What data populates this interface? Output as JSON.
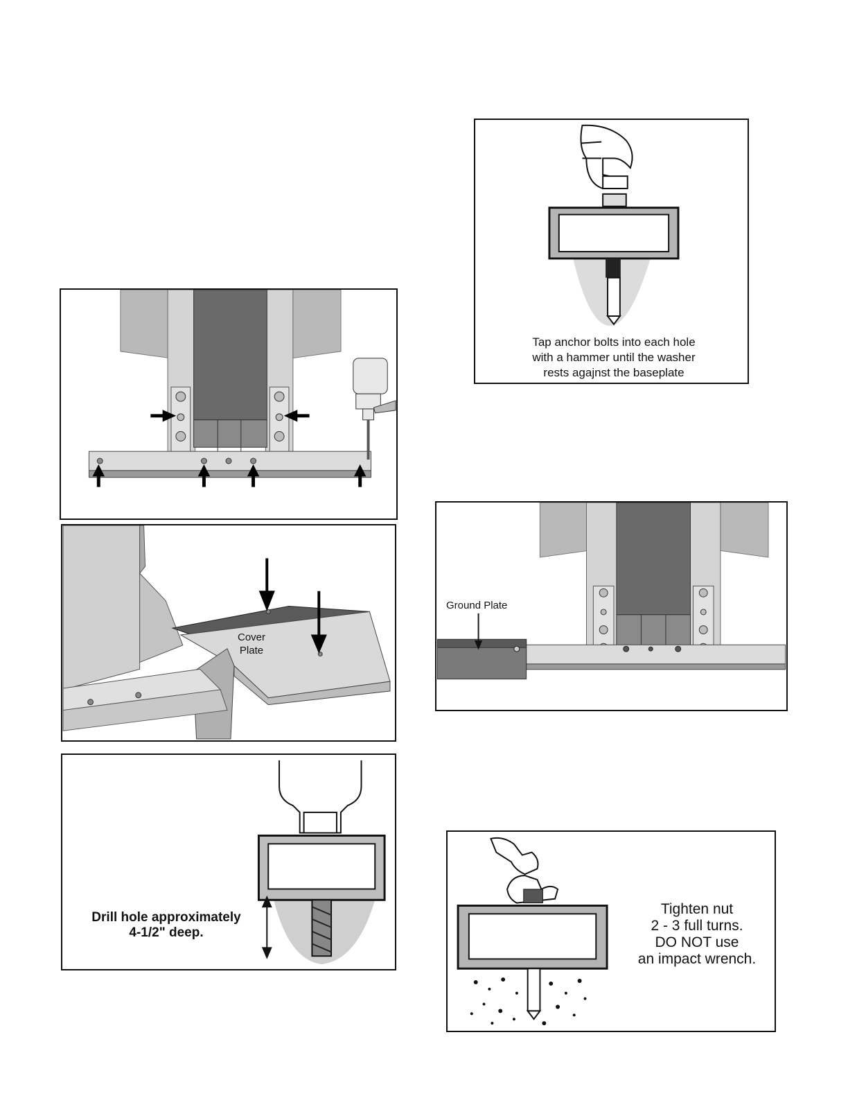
{
  "figures": {
    "anchor_holes": {
      "icon": "lift-column-baseplate-with-drill"
    },
    "cover_plate": {
      "label_line1": "Cover",
      "label_line2": "Plate"
    },
    "drill_hole": {
      "caption_line1": "Drill hole approximately",
      "caption_line2": "4-1/2\" deep."
    },
    "tap_bolts": {
      "caption_line1": "Tap anchor bolts into each hole",
      "caption_line2": "with a hammer until the washer",
      "caption_line3": "rests agajnst the baseplate"
    },
    "ground_plate": {
      "label": "Ground Plate"
    },
    "tighten_nut": {
      "caption_line1": "Tighten nut",
      "caption_line2": "2 - 3 full turns.",
      "caption_line3": "DO NOT use",
      "caption_line4": "an impact wrench."
    }
  },
  "colors": {
    "metal_light": "#c9c9c9",
    "metal_dark": "#6f6f6f",
    "outline": "#111111"
  }
}
